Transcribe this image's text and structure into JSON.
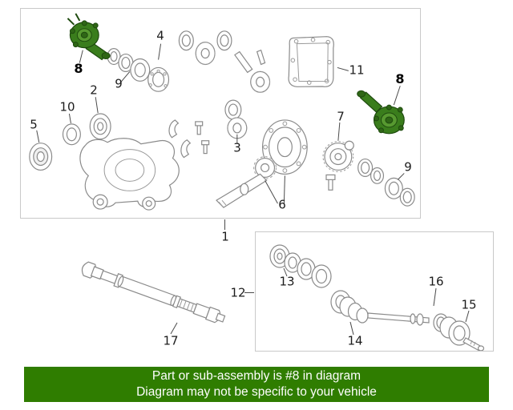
{
  "diagram": {
    "callouts": {
      "c8_left": "8",
      "c9_left": "9",
      "c4": "4",
      "c2": "2",
      "c10": "10",
      "c5": "5",
      "c3": "3",
      "c11": "11",
      "c8_right": "8",
      "c7": "7",
      "c9_right": "9",
      "c6": "6",
      "c1": "1",
      "c12": "12",
      "c13": "13",
      "c14": "14",
      "c15": "15",
      "c16": "16",
      "c17": "17"
    }
  },
  "colors": {
    "highlight": "#3a7d1c",
    "highlight_dark": "#2f6616",
    "highlight_light": "#579930",
    "part_outline": "#8a8a8a",
    "banner_bg": "#2f7d00",
    "banner_text": "#ffffff"
  },
  "banner": {
    "line1": "Part or sub-assembly is #8 in diagram",
    "line2": "Diagram may not be specific to your vehicle"
  }
}
